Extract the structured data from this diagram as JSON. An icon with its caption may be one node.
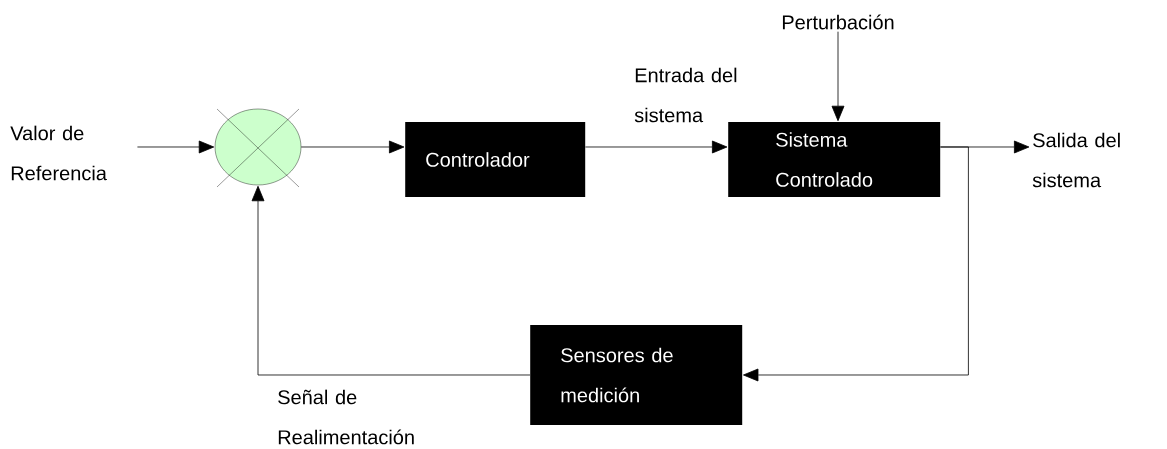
{
  "diagram": {
    "nodes": [
      {
        "text": [
          "Valor de Referencia"
        ]
      },
      {
        "text": [],
        "shape": "circle"
      },
      {
        "text": [
          "Controlador"
        ]
      },
      {
        "text": [
          "Sistema Controlado"
        ]
      },
      {
        "text": [
          "Perturbación"
        ]
      },
      {
        "text": [
          "Salida del sistema"
        ]
      },
      {
        "text": [
          "Sensores de medición"
        ]
      }
    ],
    "edges": [
      {
        "from": 0,
        "to": 1,
        "arrow": "to"
      },
      {
        "from": 1,
        "to": 2,
        "arrow": "to"
      },
      {
        "from": 2,
        "to": 3,
        "arrow": "to",
        "label": "Entrada del sistema"
      },
      {
        "from": 4,
        "to": 3,
        "arrow": "to"
      },
      {
        "from": 3,
        "to": 5,
        "arrow": "to"
      },
      {
        "from": 3,
        "to": 6,
        "arrow": "to"
      },
      {
        "from": 6,
        "to": 1,
        "arrow": "to",
        "label": "Señal de Realimentación"
      }
    ]
  }
}
